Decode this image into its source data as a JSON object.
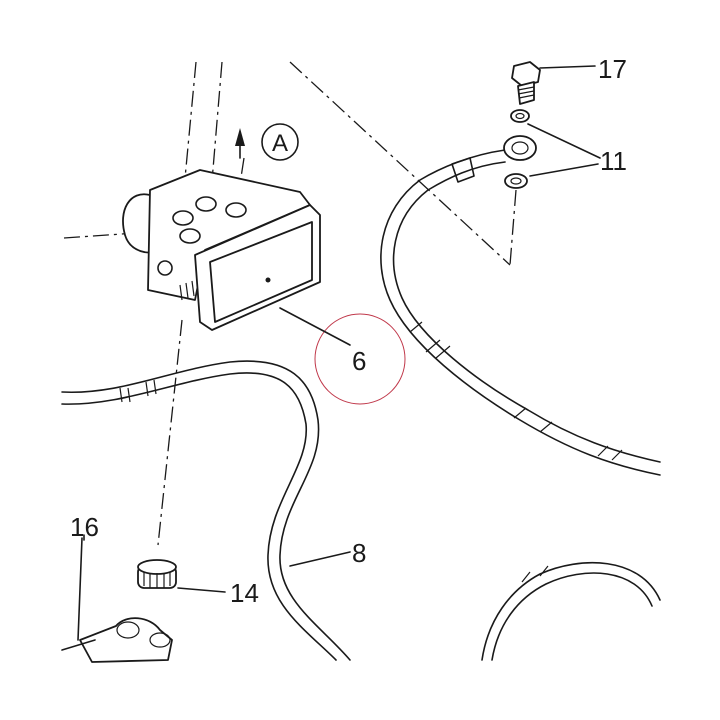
{
  "labels": {
    "part_17": "17",
    "part_11": "11",
    "part_6": "6",
    "part_8": "8",
    "part_14": "14",
    "part_16": "16",
    "view_a": "A"
  },
  "colors": {
    "line": "#1a1a1a",
    "highlight_circle": "#c0394b",
    "background": "#ffffff"
  }
}
